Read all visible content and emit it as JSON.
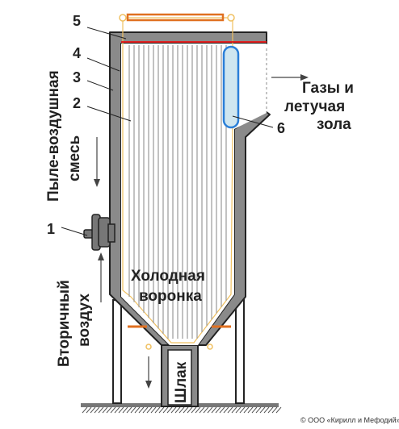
{
  "colors": {
    "wall": "#8a8a8a",
    "wall_edge": "#222222",
    "tube": "#9a9a9a",
    "flame_outline": "#f0c060",
    "burner_bar": "#e07020",
    "red_line": "#e02020",
    "screen_fill": "#cfe6f0",
    "screen_stroke": "#2a7fd8",
    "ground_hatch": "#555555"
  },
  "labels": {
    "num_1": "1",
    "num_2": "2",
    "num_3": "3",
    "num_4": "4",
    "num_5": "5",
    "num_6": "6",
    "air_fuel": "Пыле-воздушная смесь",
    "air_fuel_l1": "Пыле-воздушная",
    "air_fuel_l2": "смесь",
    "secondary_air_l1": "Вторичный",
    "secondary_air_l2": "воздух",
    "gases_l1": "Газы и",
    "gases_l2": "летучая",
    "gases_l3": "зола",
    "cold_funnel_l1": "Холодная",
    "cold_funnel_l2": "воронка",
    "slag": "Шлак",
    "copyright": "© ООО «Кирилл и Мефодий»"
  },
  "icons": {
    "burner": "burner-icon",
    "arrow_down": "arrow-down-icon",
    "arrow_up": "arrow-up-icon",
    "arrow_right": "arrow-right-icon"
  }
}
